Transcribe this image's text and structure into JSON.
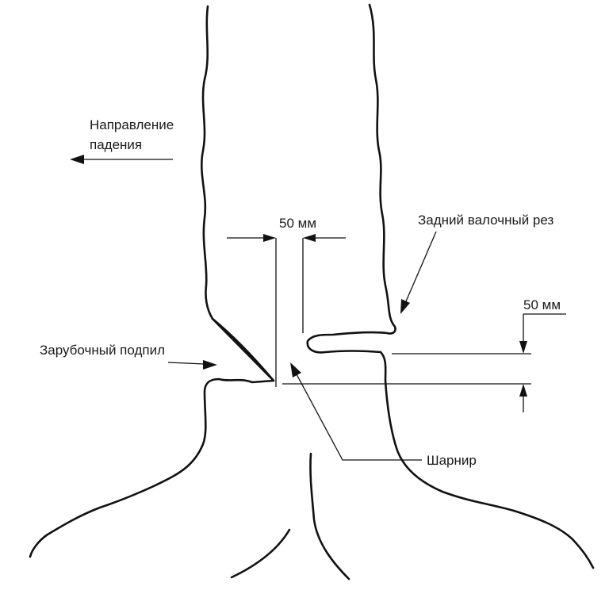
{
  "labels": {
    "fall_direction_line1": "Направление",
    "fall_direction_line2": "падения",
    "hinge_gap": "50 мм",
    "back_cut": "Задний валочный рез",
    "step_height": "50 мм",
    "notch": "Зарубочный подпил",
    "hinge": "Шарнир"
  },
  "colors": {
    "ink": "#111111",
    "background": "#ffffff"
  }
}
